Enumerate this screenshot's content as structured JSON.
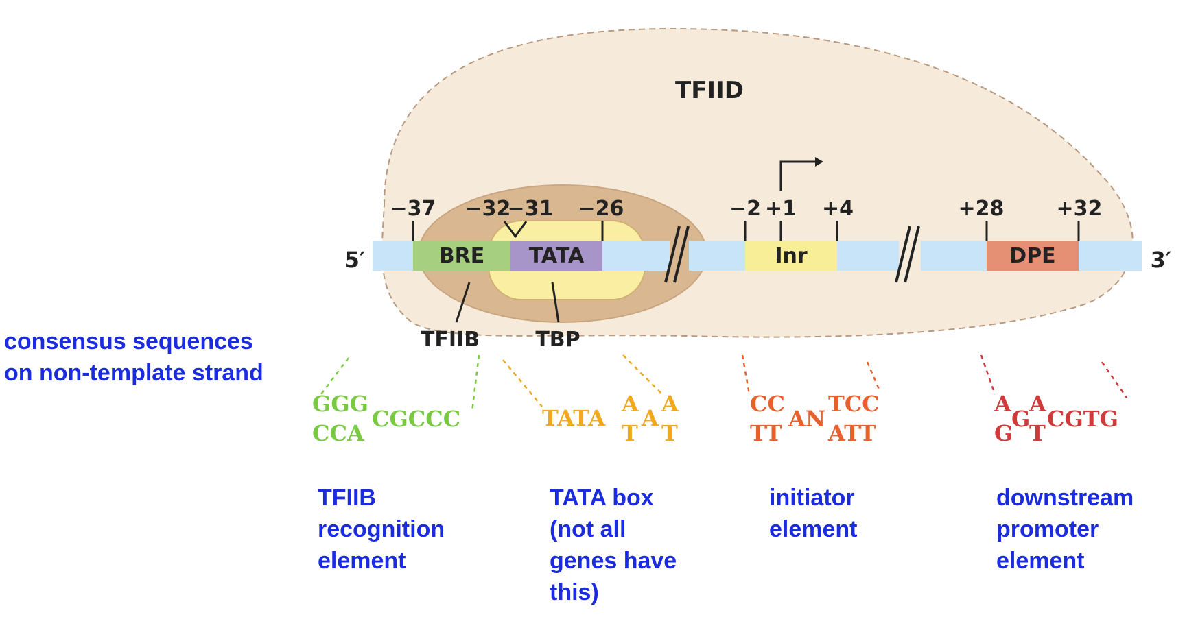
{
  "diagram": {
    "complex_label": "TFIID",
    "strand": {
      "five_prime": "5′",
      "three_prime": "3′"
    },
    "positions": {
      "m37": "−37",
      "m32": "−32",
      "m31": "−31",
      "m26": "−26",
      "m2": "−2",
      "p1": "+1",
      "p4": "+4",
      "p28": "+28",
      "p32": "+32"
    },
    "elements": {
      "bre": "BRE",
      "tata": "TATA",
      "inr": "Inr",
      "dpe": "DPE"
    },
    "factors": {
      "tfiib": "TFIIB",
      "tbp": "TBP"
    },
    "colors": {
      "strand": "#c7e4f8",
      "bre": "#a6cf7f",
      "tata": "#a794c9",
      "inr": "#f8ee98",
      "dpe": "#e58f74",
      "tfiid_fill": "#f6ebdb",
      "tfiib_fill": "#d9b891",
      "tbp_fill": "#f9eea2",
      "seq_bre": "#7ac943",
      "seq_tata": "#f2a81c",
      "seq_inr": "#e8602c",
      "seq_dpe": "#d03a3a",
      "note_text": "#1a2be0"
    },
    "sequences": {
      "bre": {
        "top": "GGG",
        "bottom": "CCA",
        "tail": "CGCCC"
      },
      "tata": {
        "head": "TATA",
        "alt1_top": "A",
        "alt1_bottom": "T",
        "mid": "A",
        "alt2_top": "A",
        "alt2_bottom": "T"
      },
      "inr": {
        "top1": "CC",
        "bottom1": "TT",
        "mid": "AN",
        "top2": "TCC",
        "bottom2": "ATT"
      },
      "dpe": {
        "a1_top": "A",
        "a1_bottom": "G",
        "b": "G",
        "c_top": "A",
        "c_bottom": "T",
        "tail": "CGTG"
      }
    }
  },
  "annotations": {
    "consensus": [
      "consensus sequences",
      "on non-template strand"
    ],
    "bre_desc": [
      "TFIIB",
      "recognition",
      "element"
    ],
    "tata_desc": [
      "TATA box",
      "(not all",
      "genes have",
      "this)"
    ],
    "inr_desc": [
      "initiator",
      "element"
    ],
    "dpe_desc": [
      "downstream",
      "promoter",
      "element"
    ]
  }
}
